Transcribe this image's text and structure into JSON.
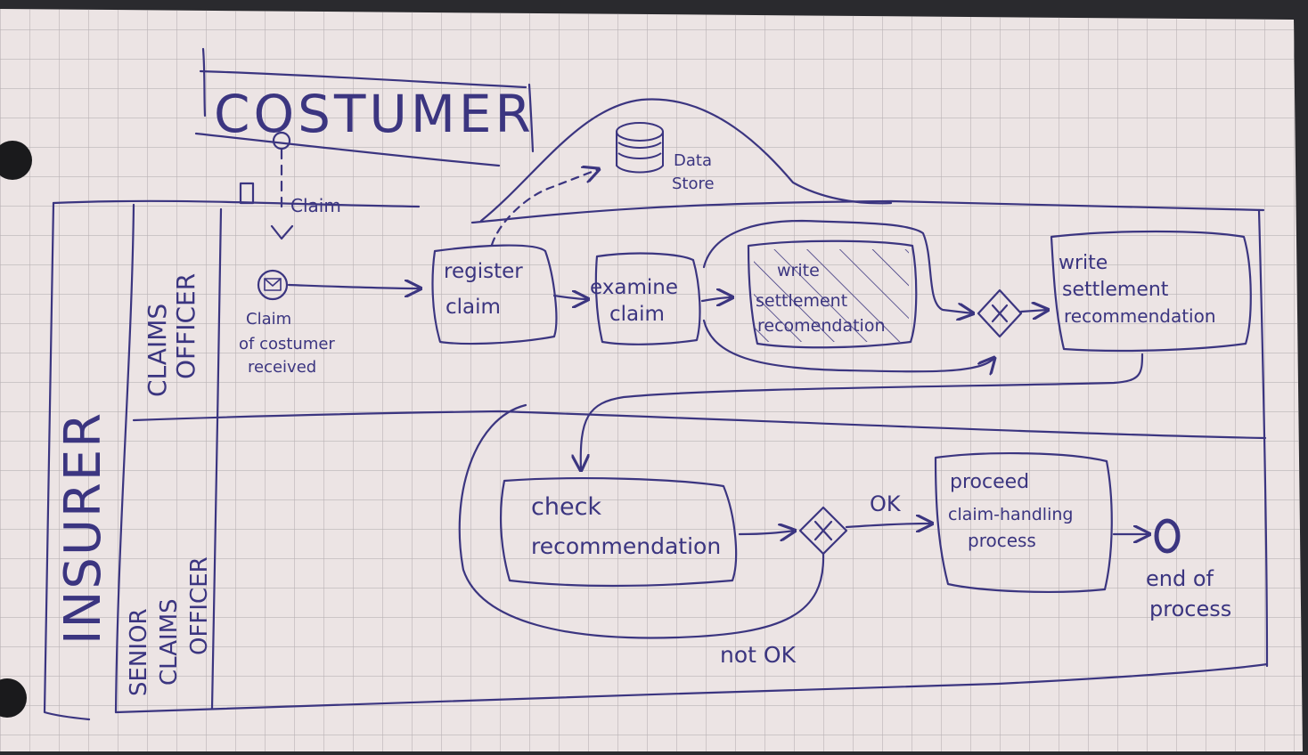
{
  "colors": {
    "paper": "#ece4e4",
    "grid": "#b9b3b5",
    "ink": "#3b3580",
    "background": "#2a2a2e"
  },
  "pools": {
    "customer": "COSTUMER",
    "insurer": "INSURER"
  },
  "lanes": {
    "claims_officer": [
      "CLAIMS",
      "OFFICER"
    ],
    "senior_claims_officer": [
      "SENIOR",
      "CLAIMS",
      "OFFICER"
    ]
  },
  "data_store": {
    "icon": "database-icon",
    "label": [
      "Data",
      "Store"
    ]
  },
  "message_flow_label": "Claim",
  "start_event": {
    "icon": "envelope-icon",
    "label": [
      "Claim",
      "of costumer",
      "received"
    ]
  },
  "tasks": {
    "register_claim": [
      "register",
      "claim"
    ],
    "examine_claim": [
      "examine",
      "claim"
    ],
    "write_settlement_crossed": [
      "write",
      "settlement",
      "recomendation"
    ],
    "write_settlement": [
      "write",
      "settlement",
      "recommendation"
    ],
    "check_recommendation": [
      "check",
      "recommendation"
    ],
    "proceed_claim_handling": [
      "proceed",
      "claim-handling",
      "process"
    ]
  },
  "gateways": {
    "symbol": "X"
  },
  "flow_labels": {
    "ok": "OK",
    "not_ok": "not OK"
  },
  "end_event": {
    "label": [
      "end of",
      "process"
    ]
  }
}
